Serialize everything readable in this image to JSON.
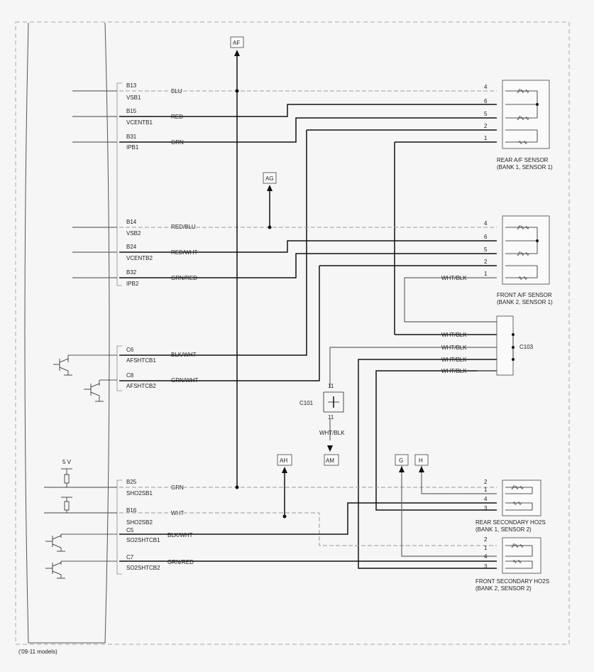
{
  "ecm_pins": [
    {
      "pin": "B13",
      "signal": "VSB1",
      "wire": "BLU"
    },
    {
      "pin": "B15",
      "signal": "VCENTB1",
      "wire": "RED"
    },
    {
      "pin": "B31",
      "signal": "IPB1",
      "wire": "GRN"
    },
    {
      "pin": "B14",
      "signal": "VSB2",
      "wire": "RED/BLU"
    },
    {
      "pin": "B24",
      "signal": "VCENTB2",
      "wire": "RED/WHT"
    },
    {
      "pin": "B32",
      "signal": "IPB2",
      "wire": "GRN/RED"
    },
    {
      "pin": "C6",
      "signal": "AFSHTCB1",
      "wire": "BLK/WHT"
    },
    {
      "pin": "C8",
      "signal": "AFSHTCB2",
      "wire": "GRN/WHT"
    },
    {
      "pin": "B25",
      "signal": "SHO2SB1",
      "wire": "GRN"
    },
    {
      "pin": "B16",
      "signal": "SHO2SB2",
      "wire": "WHT"
    },
    {
      "pin": "C5",
      "signal": "SO2SHTCB1",
      "wire": "BLK/WHT"
    },
    {
      "pin": "C7",
      "signal": "SO2SHTCB2",
      "wire": "GRN/RED"
    }
  ],
  "voltage": "5 V",
  "off_page": {
    "af": "AF",
    "ag": "AG",
    "ah": "AH",
    "am": "AM",
    "g": "G",
    "h": "H"
  },
  "sensors": {
    "rear_af": {
      "line1": "REAR A/F SENSOR",
      "line2": "(BANK 1, SENSOR 1)",
      "pins": [
        "4",
        "6",
        "5",
        "2",
        "1"
      ]
    },
    "front_af": {
      "line1": "FRONT A/F SENSOR",
      "line2": "(BANK 2, SENSOR 1)",
      "pins": [
        "4",
        "6",
        "5",
        "2",
        "1"
      ]
    },
    "rear_ho2s": {
      "line1": "REAR SECONDARY HO2S",
      "line2": "(BANK 1, SENSOR 2)",
      "pins": [
        "2",
        "1",
        "4",
        "3"
      ]
    },
    "front_ho2s": {
      "line1": "FRONT SECONDARY HO2S",
      "line2": "(BANK 2, SENSOR 2)",
      "pins": [
        "2",
        "1",
        "4",
        "3"
      ]
    }
  },
  "front_af_wire": "WHT/BLK",
  "c103": {
    "name": "C103",
    "wires": [
      "WHT/BLK",
      "WHT/BLK",
      "WHT/BLK",
      "WHT/BLK"
    ]
  },
  "c101": {
    "name": "C101",
    "pin_top": "11",
    "pin_bottom": "11",
    "wire": "WHT/BLK"
  },
  "footnote": "('09-11 models)"
}
